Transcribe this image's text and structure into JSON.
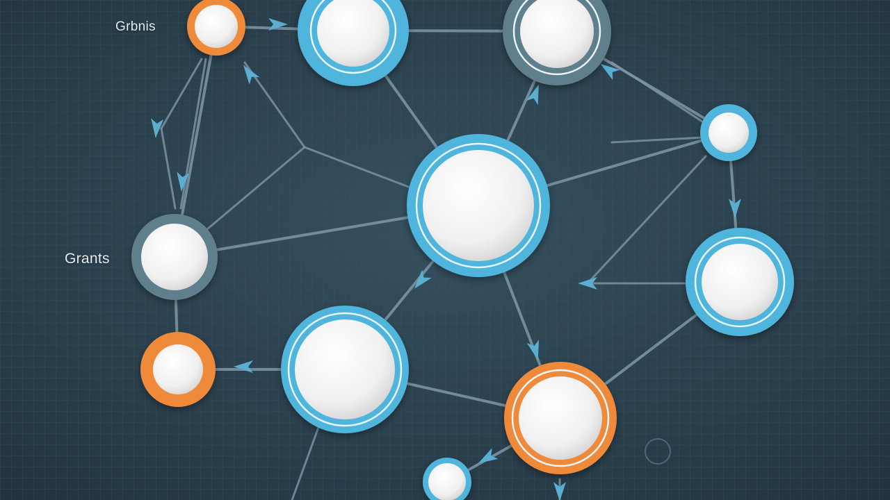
{
  "labels": {
    "top": "Grbnis",
    "left": "Grants"
  },
  "colors": {
    "background": "#2b3f4d",
    "grid": "#3a5363",
    "edge": "#7e98a8",
    "arrow": "#5aaecf",
    "ring_blue": "#4fb5dc",
    "ring_orange": "#f08a3a",
    "ring_slate": "#5f7f8c",
    "node_fill": "#f2f2f2"
  },
  "nodes": [
    {
      "id": "n1",
      "ring": "orange"
    },
    {
      "id": "n2",
      "ring": "blue"
    },
    {
      "id": "n3",
      "ring": "slate"
    },
    {
      "id": "n4",
      "ring": "blue"
    },
    {
      "id": "n5",
      "ring": "blue"
    },
    {
      "id": "n6",
      "ring": "slate"
    },
    {
      "id": "n7",
      "ring": "blue"
    },
    {
      "id": "n8",
      "ring": "orange"
    },
    {
      "id": "n9",
      "ring": "blue"
    },
    {
      "id": "n10",
      "ring": "orange"
    },
    {
      "id": "n11",
      "ring": "blue"
    }
  ],
  "edges": [
    [
      "n1",
      "n2"
    ],
    [
      "n2",
      "n3"
    ],
    [
      "n2",
      "n5"
    ],
    [
      "n3",
      "n5"
    ],
    [
      "n3",
      "n4"
    ],
    [
      "n4",
      "n7"
    ],
    [
      "n5",
      "n4"
    ],
    [
      "n5",
      "n6"
    ],
    [
      "n5",
      "n9"
    ],
    [
      "n5",
      "n10"
    ],
    [
      "n6",
      "n1"
    ],
    [
      "n6",
      "n8"
    ],
    [
      "n9",
      "n8"
    ],
    [
      "n9",
      "n10"
    ],
    [
      "n10",
      "n7"
    ],
    [
      "n10",
      "n11"
    ],
    [
      "n4",
      "n7"
    ]
  ]
}
